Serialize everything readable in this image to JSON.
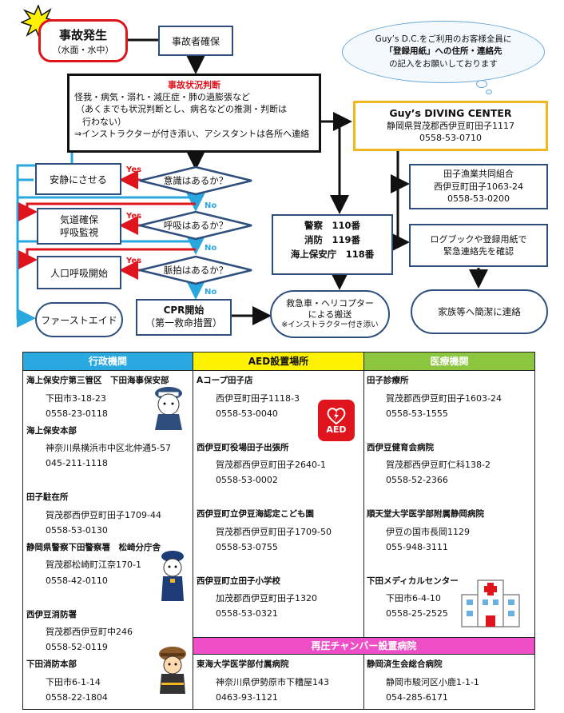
{
  "accident": {
    "title": "事故発生",
    "sub": "（水面・水中）"
  },
  "confirm": "事故者確保",
  "bubble": [
    "Guy’s D.C.をご利用のお客様全員に",
    "「登録用紙」への住所・連絡先",
    "の記入をお願いしております"
  ],
  "judgement": {
    "title": "事故状況判断",
    "lines": [
      "怪我・病気・溺れ・減圧症・肺の過膨張など",
      "（あくまでも状況判断とし、病名などの推測・判断は",
      "行わない）",
      "⇒インストラクターが付き添い、アシスタントは各所へ連絡"
    ]
  },
  "center": {
    "name": "Guy’s DIVING CENTER",
    "address": "静岡県賀茂郡西伊豆町田子1117",
    "phone": "0558-53-0710"
  },
  "fishery": {
    "name": "田子漁業共同組合",
    "address": "西伊豆町田子1063-24",
    "phone": "0558-53-0200"
  },
  "logbook": [
    "ログブックや登録用紙で",
    "緊急連絡先を確認"
  ],
  "family": "家族等へ簡潔に連絡",
  "questions": [
    "意識はあるか？",
    "呼吸はあるか？",
    "脈拍はあるか？"
  ],
  "actions": {
    "calm": "安静にさせる",
    "airway": [
      "気道確保",
      "呼吸監視"
    ],
    "rescue_breath": "人口呼吸開始",
    "first_aid": "ファーストエイド"
  },
  "yes": "Yes",
  "no": "No",
  "cpr": {
    "title": "CPR開始",
    "sub": "（第一救命措置）"
  },
  "emergency_numbers": [
    "警察　110番",
    "消防　119番",
    "海上保安庁　118番"
  ],
  "transport": [
    "救急車・ヘリコプター",
    "による搬送",
    "※インストラクター付き添い"
  ],
  "aed_label": "AED",
  "table": {
    "headers": [
      "行政機関",
      "AED設置場所",
      "医療機関"
    ],
    "hyperbaric_header": "再圧チャンバー設置病院",
    "admin": [
      {
        "name": "海上保安庁第三管区　下田海事保安部",
        "address": "下田市3-18-23",
        "phone": "0558-23-0118"
      },
      {
        "name": "海上保安本部",
        "address": "神奈川県横浜市中区北仲通5-57",
        "phone": "045-211-1118"
      },
      {
        "name": "田子駐在所",
        "address": "賀茂郡西伊豆町田子1709-44",
        "phone": "0558-53-0130"
      },
      {
        "name": "静岡県警察下田警察署　松崎分庁舎",
        "address": "賀茂郡松崎町江奈170-1",
        "phone": "0558-42-0110"
      },
      {
        "name": "西伊豆消防署",
        "address": "賀茂郡西伊豆町中246",
        "phone": "0558-52-0119"
      },
      {
        "name": "下田消防本部",
        "address": "下田市6-1-14",
        "phone": "0558-22-1804"
      }
    ],
    "aed": [
      {
        "name": "Aコープ田子店",
        "address": "西伊豆町田子1118-3",
        "phone": "0558-53-0040"
      },
      {
        "name": "西伊豆町役場田子出張所",
        "address": "賀茂郡西伊豆町田子2640-1",
        "phone": "0558-53-0002"
      },
      {
        "name": "西伊豆町立伊豆海認定こども園",
        "address": "賀茂郡西伊豆町田子1709-50",
        "phone": "0558-53-0755"
      },
      {
        "name": "西伊豆町立田子小学校",
        "address": "加茂郡西伊豆町田子1320",
        "phone": "0558-53-0321"
      }
    ],
    "medical": [
      {
        "name": "田子診療所",
        "address": "賀茂郡西伊豆町田子1603-24",
        "phone": "0558-53-1555"
      },
      {
        "name": "西伊豆健育会病院",
        "address": "賀茂郡西伊豆町仁科138-2",
        "phone": "0558-52-2366"
      },
      {
        "name": "順天堂大学医学部附属静岡病院",
        "address": "伊豆の国市長岡1129",
        "phone": "055-948-3111"
      },
      {
        "name": "下田メディカルセンター",
        "address": "下田市6-4-10",
        "phone": "0558-25-2525"
      }
    ],
    "hyperbaric": [
      {
        "name": "東海大学医学部付属病院",
        "address": "神奈川県伊勢原市下糟屋143",
        "phone": "0463-93-1121"
      },
      {
        "name": "静岡済生会総合病院",
        "address": "静岡市駿河区小鹿1-1-1",
        "phone": "054-285-6171"
      }
    ]
  },
  "colors": {
    "red": "#e0141c",
    "blue": "#29a8e0",
    "navy": "#2e4e7e",
    "gold": "#f0b820",
    "admin_head": "#2aa9e0",
    "aed_head": "#fff200",
    "medical_head": "#8cc63f",
    "hyperbaric_head": "#ee4fc7"
  }
}
